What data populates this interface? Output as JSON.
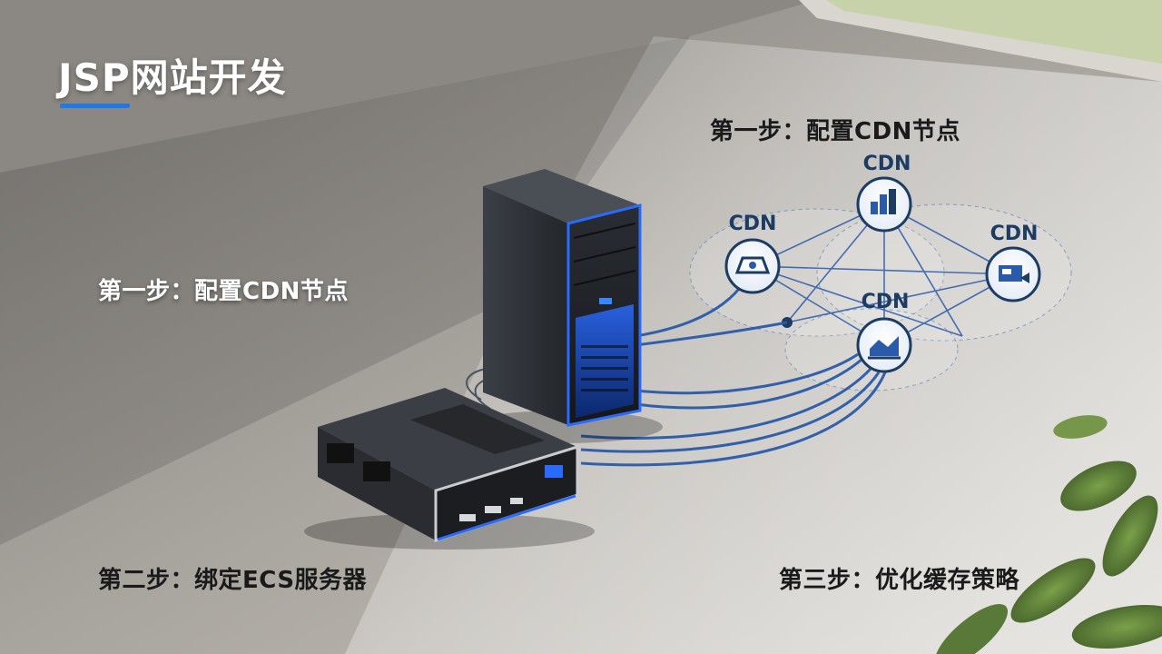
{
  "title": "JSP网站开发",
  "steps": {
    "step1_top": "第一步：配置CDN节点",
    "step1_left": "第一步：配置CDN节点",
    "step2": "第二步：绑定ECS服务器",
    "step3": "第三步：优化缓存策略"
  },
  "cdn_nodes": [
    {
      "label": "CDN"
    },
    {
      "label": "CDN"
    },
    {
      "label": "CDN"
    },
    {
      "label": "CDN"
    }
  ],
  "colors": {
    "accent": "#1e7be6",
    "cable": "#2a5aa8",
    "node_ring": "#1c3c63"
  }
}
